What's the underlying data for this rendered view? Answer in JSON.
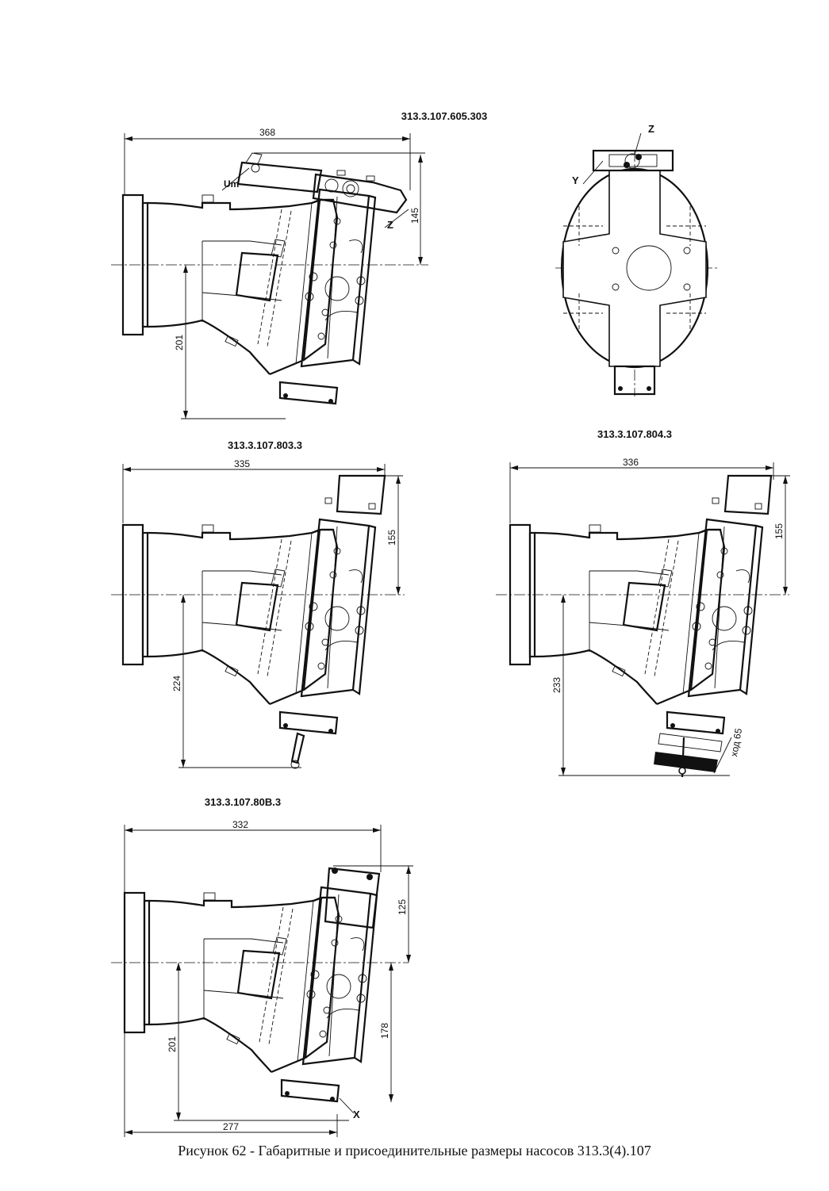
{
  "figure": {
    "caption": "Рисунок 62 - Габаритные и присоединительные размеры насосов 313.3(4).107"
  },
  "views": {
    "v1": {
      "title": "313.3.107.605.303",
      "dim_length": "368",
      "dim_height": "145",
      "dim_axis": "201",
      "label_um": "Um",
      "label_z": "Z"
    },
    "end": {
      "label_z": "Z",
      "label_y": "Y"
    },
    "v2": {
      "title": "313.3.107.803.3",
      "dim_length": "335",
      "dim_height": "155",
      "dim_axis": "224"
    },
    "v3": {
      "title": "313.3.107.804.3",
      "dim_length": "336",
      "dim_height": "155",
      "dim_axis": "233",
      "stroke_label": "ход 65"
    },
    "v4": {
      "title": "313.3.107.80В.3",
      "dim_length": "332",
      "dim_height": "125",
      "dim_axis": "201",
      "dim_axis_right": "178",
      "dim_bottom": "277",
      "label_x": "X"
    }
  }
}
